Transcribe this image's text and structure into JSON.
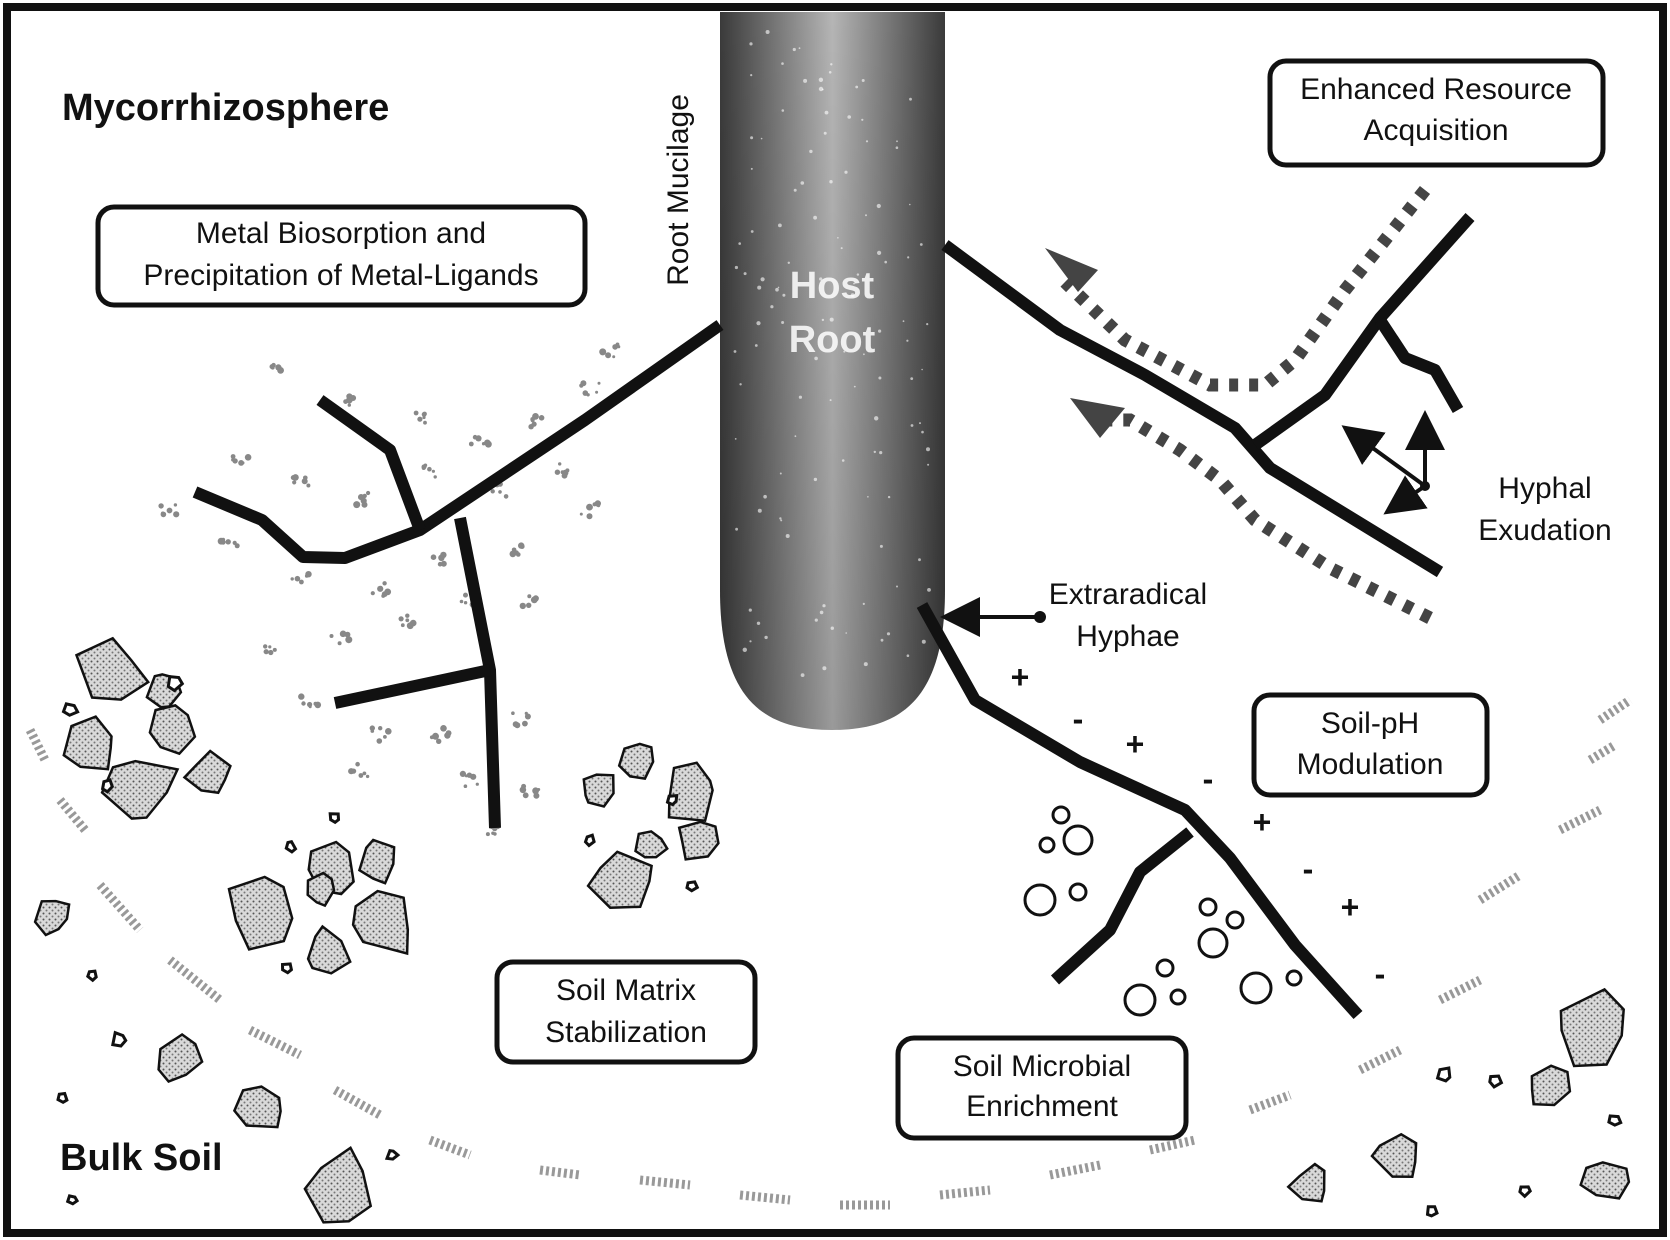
{
  "region_labels": {
    "top": "Mycorrhizosphere",
    "bottom": "Bulk Soil"
  },
  "root": {
    "name_line1": "Host",
    "name_line2": "Root",
    "mucilage_label": "Root Mucilage"
  },
  "boxes": {
    "resource": {
      "line1": "Enhanced Resource",
      "line2": "Acquisition"
    },
    "metal": {
      "line1": "Metal Biosorption and",
      "line2": "Precipitation of Metal-Ligands"
    },
    "ph": {
      "line1": "Soil-pH",
      "line2": "Modulation"
    },
    "matrix": {
      "line1": "Soil Matrix",
      "line2": "Stabilization"
    },
    "microbial": {
      "line1": "Soil Microbial",
      "line2": "Enrichment"
    }
  },
  "annotations": {
    "exudation": {
      "line1": "Hyphal",
      "line2": "Exudation"
    },
    "hyphae": {
      "line1": "Extraradical",
      "line2": "Hyphae"
    }
  },
  "charges": [
    "+",
    "-",
    "+",
    "-",
    "+",
    "-",
    "+",
    "-"
  ],
  "colors": {
    "frame": "#111111",
    "hypha": "#111111",
    "root_dark": "#3a3a3a",
    "root_light": "#c8c8c8",
    "particle_fill": "#cfcfcf",
    "arrow_dots": "#444444"
  }
}
